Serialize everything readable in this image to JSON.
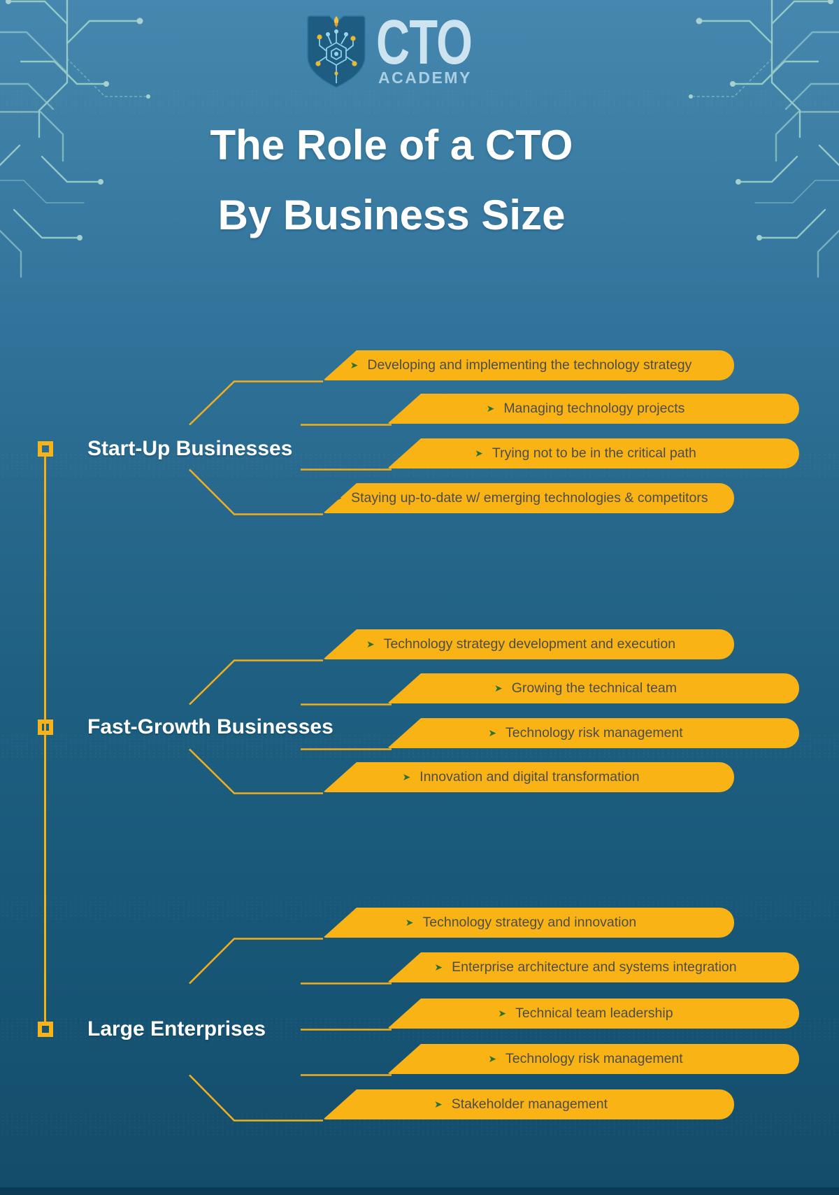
{
  "logo": {
    "brand_primary": "CTO",
    "brand_secondary": "ACADEMY"
  },
  "title": {
    "line1": "The Role of a CTO",
    "line2": "By Business Size"
  },
  "bullet_icon": "➤",
  "colors": {
    "banner_yellow": "#F9B315",
    "connector_yellow": "#F2AE1C",
    "arrow_green": "#2F7030",
    "item_text": "#4D4D4D",
    "label_white": "#FFFFFF",
    "background_top": "#4587AE",
    "background_bottom": "#134C6A",
    "footer_bar": "#0C3C55",
    "circuit_mint": "#A9DCCE",
    "logo_text_blue": "#CDE4F0",
    "shield_blue": "#1E5C82"
  },
  "sections": [
    {
      "label": "Start-Up Businesses",
      "items": [
        "Developing and implementing the technology strategy",
        "Managing technology projects",
        "Trying not to be in the critical path",
        "Staying up-to-date w/ emerging technologies & competitors"
      ]
    },
    {
      "label": "Fast-Growth Businesses",
      "items": [
        "Technology strategy development and execution",
        "Growing the technical team",
        "Technology risk management",
        "Innovation and digital transformation"
      ]
    },
    {
      "label": "Large Enterprises",
      "items": [
        "Technology strategy and innovation",
        "Enterprise architecture and systems integration",
        "Technical team leadership",
        "Technology risk management",
        "Stakeholder management"
      ]
    }
  ]
}
